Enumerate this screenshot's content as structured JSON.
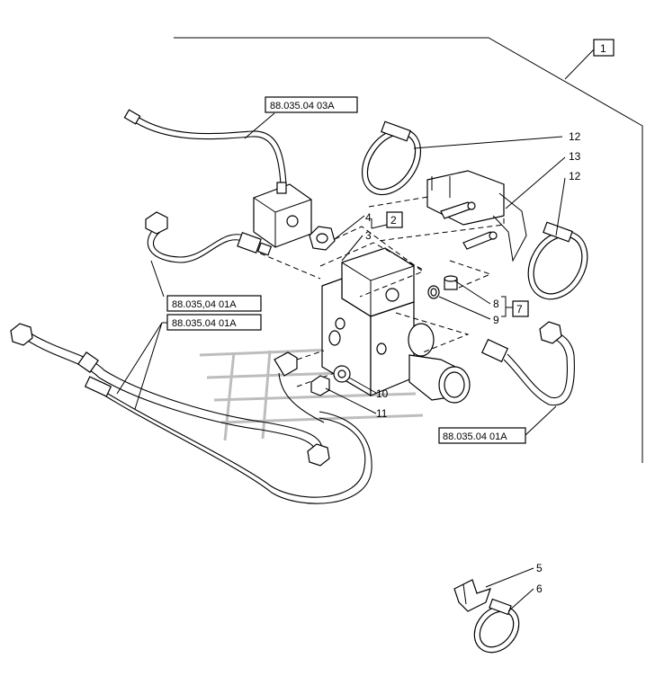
{
  "diagram": {
    "item_labels": {
      "n1": "1",
      "n2": "2",
      "n3": "3",
      "n4": "4",
      "n5": "5",
      "n6": "6",
      "n7": "7",
      "n8": "8",
      "n9": "9",
      "n10": "10",
      "n11": "11",
      "n12a": "12",
      "n12b": "12",
      "n13": "13"
    },
    "reference_boxes": {
      "ref_03a": "88.035.04 03A",
      "ref_01a_top": "88.035,04 01A",
      "ref_01a_mid": "88.035.04 01A",
      "ref_01a_right": "88.035.04 01A"
    }
  }
}
